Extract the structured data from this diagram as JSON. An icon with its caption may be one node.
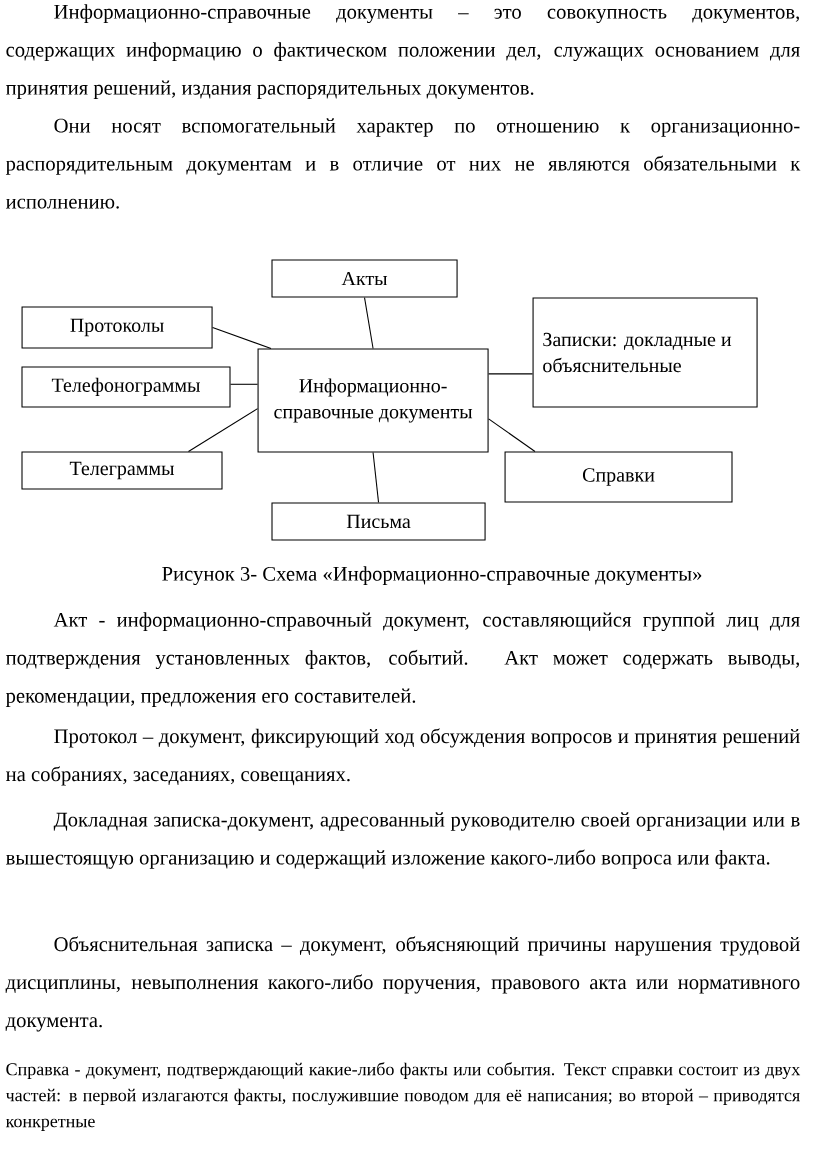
{
  "diagram": {
    "caption": "Рисунок 3- Схема «Информационно-справочные документы»",
    "nodes": [
      {
        "text": [
          "Акты"
        ]
      },
      {
        "text": [
          "Протоколы"
        ]
      },
      {
        "text": [
          "Информационно-справочные документы"
        ]
      },
      {
        "text": [
          "Записки: докладные и объяснительные"
        ]
      },
      {
        "text": [
          "Телефонограммы"
        ]
      },
      {
        "text": [
          "Телеграммы"
        ]
      },
      {
        "text": [
          "Справки"
        ]
      },
      {
        "text": [
          "Письма"
        ]
      }
    ],
    "edges": [
      {
        "from": 2,
        "to": 0,
        "arrow": "none"
      },
      {
        "from": 2,
        "to": 1,
        "arrow": "none"
      },
      {
        "from": 2,
        "to": 3,
        "arrow": "none"
      },
      {
        "from": 2,
        "to": 4,
        "arrow": "none"
      },
      {
        "from": 2,
        "to": 5,
        "arrow": "none"
      },
      {
        "from": 2,
        "to": 6,
        "arrow": "none"
      },
      {
        "from": 2,
        "to": 7,
        "arrow": "none"
      }
    ],
    "labels": [
      "Информационно-справочные документы – это совокупность документов, содержащих информацию о фактическом положении дел, служащих основанием для принятия решений, издания распорядительных документов.",
      "Они носят вспомогательный характер по отношению к организационно-распорядительным документам и в отличие от них не являются обязательными к исполнению.",
      "Акт - информационно-справочный документ, составляющийся группой лиц для подтверждения установленных фактов, событий. Акт может содержать выводы, рекомендации, предложения его составителей.",
      "Протокол – документ, фиксирующий ход обсуждения вопросов и принятия решений на собраниях, заседаниях, совещаниях.",
      "Докладная записка-документ, адресованный руководителю своей организации или в вышестоящую организацию и содержащий изложение какого-либо вопроса или факта.",
      "Объяснительная записка – документ, объясняющий причины нарушения трудовой дисциплины, невыполнения какого-либо поручения, правового акта или нормативного документа.",
      "Справка - документ, подтверждающий какие-либо факты или события. Текст справки состоит из двух частей: в первой излагаются факты, послужившие поводом для её написания; во второй – приводятся конкретные"
    ]
  }
}
